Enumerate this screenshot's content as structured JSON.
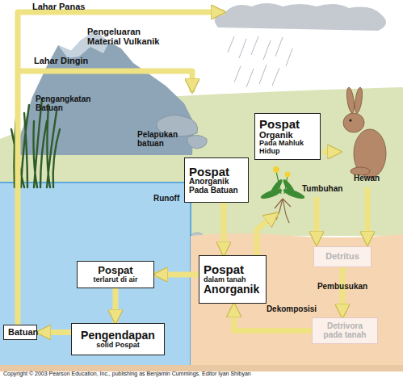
{
  "diagram": {
    "nodes": [
      {
        "text": [
          "Pospat",
          "Organik",
          "Pada Mahluk Hidup"
        ]
      },
      {
        "text": [
          "Pospat",
          "Anorganik Pada Batuan"
        ]
      },
      {
        "text": [
          "Detritus"
        ]
      },
      {
        "text": [
          "Pospat",
          "dalam tanah",
          "Anorganik"
        ]
      },
      {
        "text": [
          "Pospat",
          "terlarut di air"
        ]
      },
      {
        "text": [
          "Pengendapan",
          "solid Pospat"
        ]
      },
      {
        "text": [
          "Batuan"
        ]
      },
      {
        "text": [
          "Detrivora pada tanah"
        ]
      }
    ],
    "edges": [
      {
        "from": 1,
        "to": 3,
        "arrow": "to"
      },
      {
        "from": 3,
        "to": 4,
        "arrow": "to"
      },
      {
        "from": 4,
        "to": 5,
        "arrow": "to"
      },
      {
        "from": 5,
        "to": 6,
        "arrow": "to"
      },
      {
        "from": 2,
        "to": 7,
        "label": "Pembusukan",
        "arrow": "to"
      },
      {
        "from": 7,
        "to": 3,
        "label": "Dekomposisi",
        "arrow": "to"
      }
    ],
    "labels": [
      "Lahar Panas",
      "Pengeluaran Material Vulkanik",
      "Lahar Dingin",
      "Pengangkatan Batuan",
      "Pelapukan batuan",
      "Hewan",
      "Tumbuhan",
      "Runoff",
      "Copyright © 2003 Pearson Education, Inc., publishing as Benjamin Cummings. Editor Iyan Shibyan"
    ]
  }
}
